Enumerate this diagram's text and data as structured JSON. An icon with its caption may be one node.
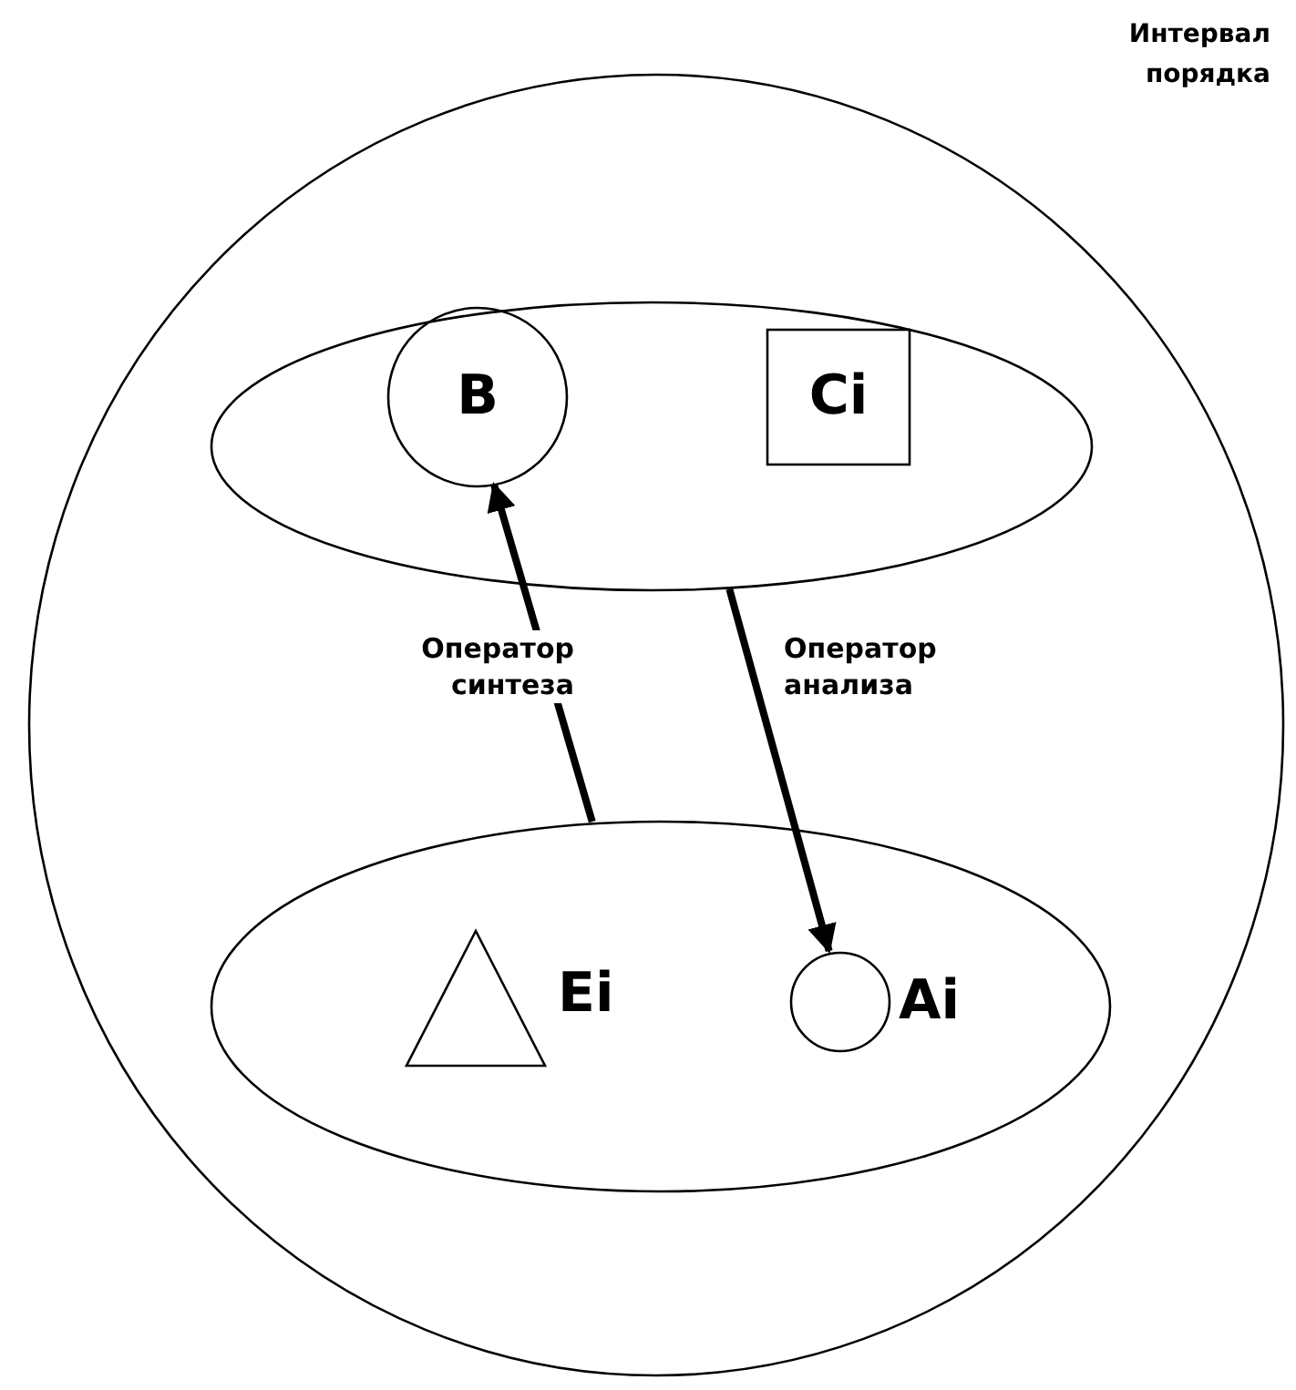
{
  "diagram": {
    "nodes": [
      {
        "text": [
          "Интервал порядка"
        ]
      },
      {
        "text": [],
        "shape": "ellipse",
        "in": 0
      },
      {
        "text": [
          "B"
        ],
        "in": 1
      },
      {
        "text": [
          "Ci"
        ],
        "in": 1
      },
      {
        "text": [],
        "shape": "ellipse",
        "in": 0
      },
      {
        "text": [],
        "shape": "triangle",
        "in": 4,
        "beside": [
          "Ei"
        ]
      },
      {
        "text": [],
        "shape": "circle",
        "in": 4,
        "beside": [
          "Ai"
        ]
      }
    ],
    "edges": [
      {
        "from": 4,
        "to": 2,
        "arrow": "to",
        "label": "Оператор синтеза"
      },
      {
        "from": 1,
        "to": 6,
        "arrow": "to",
        "label": "Оператор анализа"
      }
    ]
  }
}
